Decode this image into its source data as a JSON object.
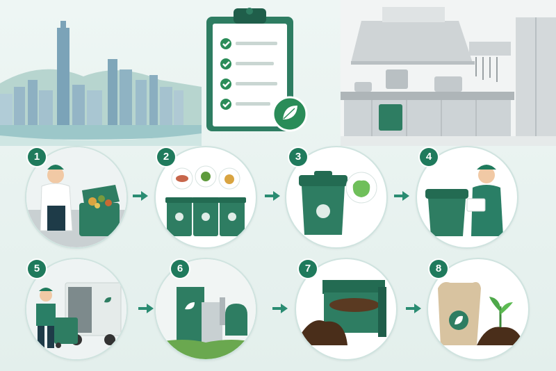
{
  "steps": [
    {
      "number": "1"
    },
    {
      "number": "2"
    },
    {
      "number": "3"
    },
    {
      "number": "4"
    },
    {
      "number": "5"
    },
    {
      "number": "6"
    },
    {
      "number": "7"
    },
    {
      "number": "8"
    }
  ],
  "colors": {
    "primary_green": "#1f7a5c",
    "bin_green": "#2e7d62",
    "light_bg": "#e6f1ef",
    "arrow": "#2a8c72"
  }
}
